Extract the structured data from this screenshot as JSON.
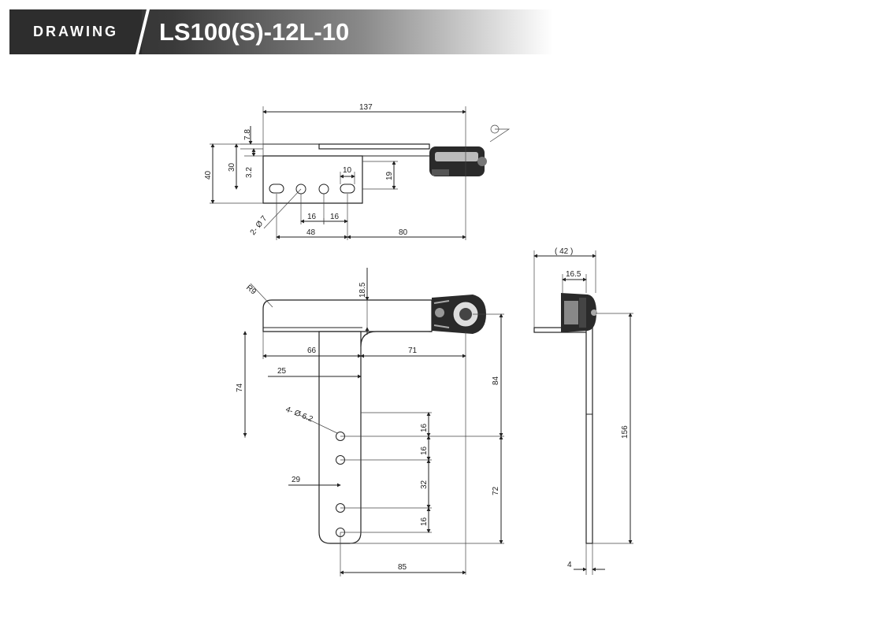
{
  "header": {
    "tag": "DRAWING",
    "model": "LS100(S)-12L-10"
  },
  "top_view": {
    "dims": {
      "d137": "137",
      "d7_8": "7.8",
      "d30": "30",
      "d40": "40",
      "d3_2": "3.2",
      "d10": "10",
      "d19": "19",
      "d16a": "16",
      "d16b": "16",
      "d48": "48",
      "d80": "80",
      "hole_note": "2- Ø 7"
    }
  },
  "front_view": {
    "dims": {
      "r9": "R9",
      "d18_5": "18.5",
      "d66": "66",
      "d71": "71",
      "d25": "25",
      "d74": "74",
      "d84": "84",
      "hole_note": "4- Ø 6.2",
      "d16a": "16",
      "d16b": "16",
      "d32": "32",
      "d16c": "16",
      "d72": "72",
      "d29": "29",
      "d85": "85"
    }
  },
  "side_view": {
    "dims": {
      "d42": "( 42 )",
      "d16_5": "16.5",
      "d156": "156",
      "d4": "4"
    }
  },
  "colors": {
    "header_dark": "#2d2d2d",
    "line": "#222222"
  }
}
